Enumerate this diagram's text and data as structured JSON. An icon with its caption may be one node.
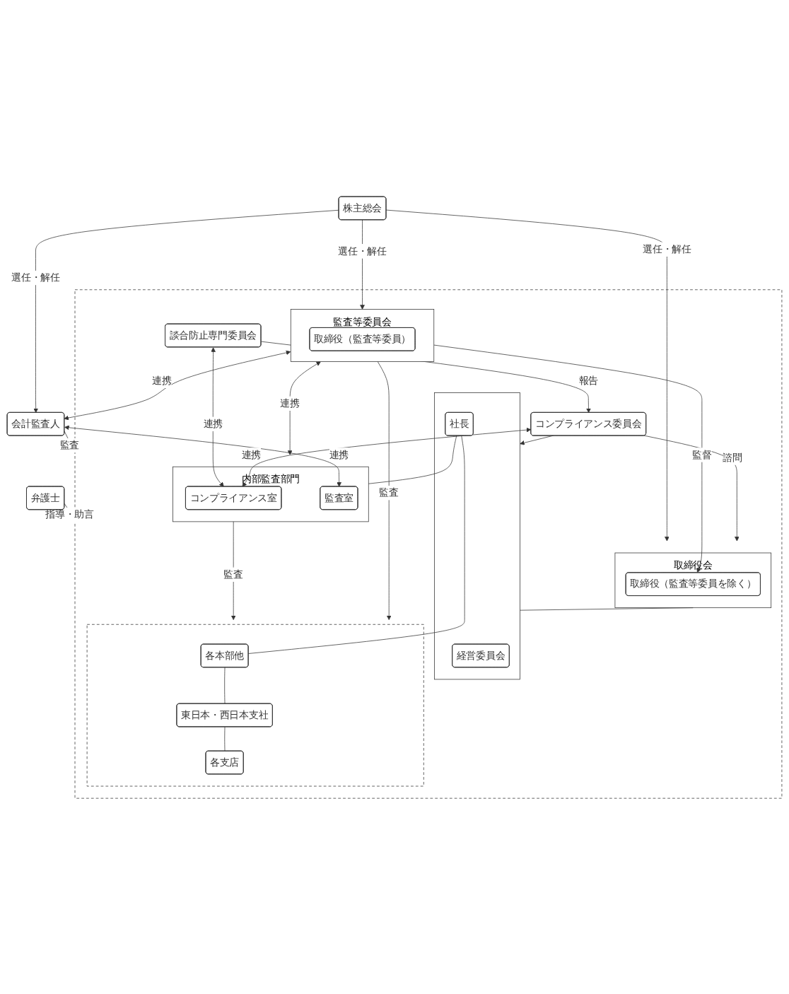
{
  "diagram": {
    "nodes": [
      {
        "text": [
          "株主総会"
        ]
      },
      {
        "text": [
          "弁護士"
        ]
      },
      {
        "text": [
          "会計監査人"
        ]
      },
      {
        "text": [],
        "shape": "box"
      },
      {
        "text": [
          "取締役会"
        ],
        "in": 3
      },
      {
        "text": [
          "取締役（監査等委員を除く）"
        ],
        "in": 4
      },
      {
        "text": [
          "監査等委員会"
        ],
        "in": 3
      },
      {
        "text": [
          "取締役（監査等委員）"
        ],
        "in": 6
      },
      {
        "text": [],
        "shape": "box",
        "in": 3
      },
      {
        "text": [
          "経営委員会"
        ],
        "in": 8
      },
      {
        "text": [
          "社長"
        ],
        "in": 8
      },
      {
        "text": [
          "コンプライアンス委員会"
        ],
        "in": 3
      },
      {
        "text": [
          "談合防止専門委員会"
        ],
        "in": 3
      },
      {
        "text": [
          "内部監査部門"
        ],
        "in": 3
      },
      {
        "text": [
          "コンプライアンス室"
        ],
        "in": 13
      },
      {
        "text": [
          "監査室"
        ],
        "in": 13
      },
      {
        "text": [],
        "shape": "box",
        "in": 3
      },
      {
        "text": [
          "各本部他"
        ],
        "in": 16
      },
      {
        "text": [
          "東日本・西日本支社"
        ],
        "in": 16
      },
      {
        "text": [
          "各支店"
        ],
        "in": 16
      }
    ],
    "edges": [
      {
        "from": 0,
        "to": 4,
        "arrow": "to",
        "label": "選任・解任"
      },
      {
        "from": 0,
        "to": 6,
        "arrow": "to",
        "label": "選任・解任"
      },
      {
        "from": 0,
        "to": 2,
        "arrow": "to",
        "label": "選任・解任"
      },
      {
        "from": 6,
        "to": 2,
        "arrow": "both",
        "label": "連携"
      },
      {
        "from": 6,
        "to": 5,
        "arrow": "to",
        "label": "監督"
      },
      {
        "from": 1,
        "to": 3,
        "arrow": "to",
        "label": "指導・助言"
      },
      {
        "from": 2,
        "to": 3,
        "arrow": "to",
        "label": "監査"
      },
      {
        "from": 4,
        "to": 8,
        "arrow": "none"
      },
      {
        "from": 11,
        "to": 4,
        "arrow": "to",
        "label": "諮問"
      },
      {
        "from": 11,
        "to": 8,
        "arrow": "to"
      },
      {
        "from": 12,
        "to": 11,
        "arrow": "to",
        "label": "報告"
      },
      {
        "from": 12,
        "to": 14,
        "arrow": "both",
        "label": "連携"
      },
      {
        "from": 11,
        "to": 14,
        "arrow": "both",
        "label": "連携"
      },
      {
        "from": 6,
        "to": 13,
        "arrow": "both",
        "label": "連携"
      },
      {
        "from": 10,
        "to": 13,
        "arrow": "none"
      },
      {
        "from": 2,
        "to": 15,
        "arrow": "both",
        "label": "連携"
      },
      {
        "from": 13,
        "to": 16,
        "arrow": "to",
        "label": "監査"
      },
      {
        "from": 6,
        "to": 16,
        "arrow": "to",
        "label": "監査"
      },
      {
        "from": 10,
        "to": 17,
        "arrow": "none"
      },
      {
        "from": 17,
        "to": 18,
        "arrow": "none"
      },
      {
        "from": 18,
        "to": 19,
        "arrow": "none"
      }
    ]
  }
}
